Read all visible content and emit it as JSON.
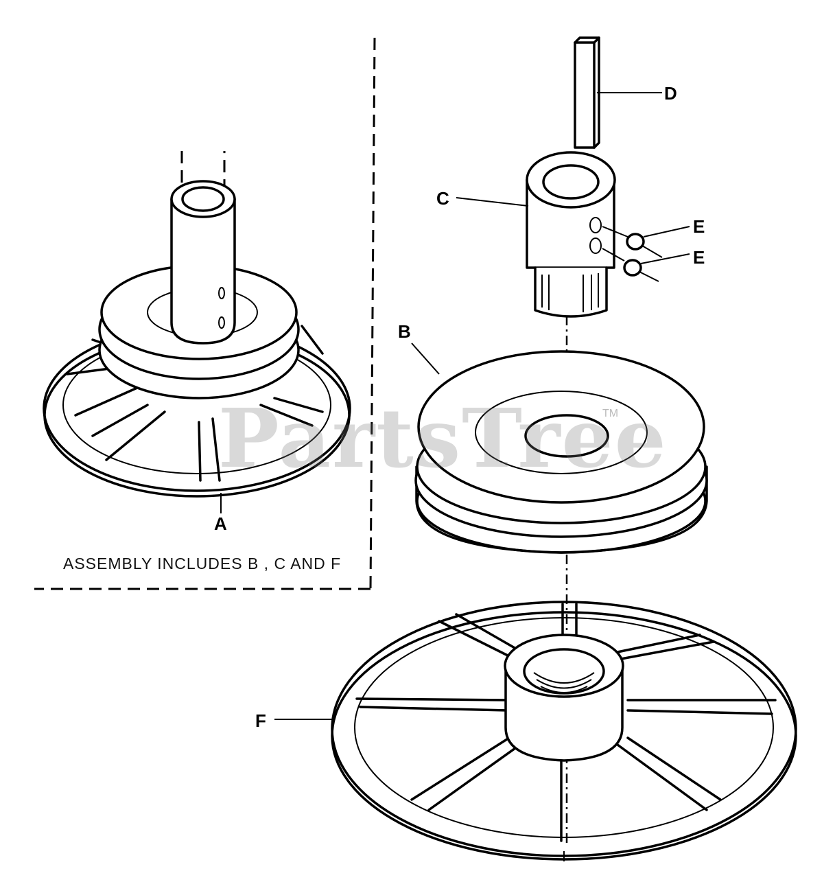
{
  "labels": {
    "a": "A",
    "b": "B",
    "c": "C",
    "d": "D",
    "e1": "E",
    "e2": "E",
    "f": "F"
  },
  "note": "ASSEMBLY INCLUDES B , C AND F",
  "watermark": {
    "text": "PartsTree",
    "tm": "TM"
  },
  "colors": {
    "ink": "#000000",
    "background": "#ffffff",
    "watermark": "#9a9a9a"
  }
}
